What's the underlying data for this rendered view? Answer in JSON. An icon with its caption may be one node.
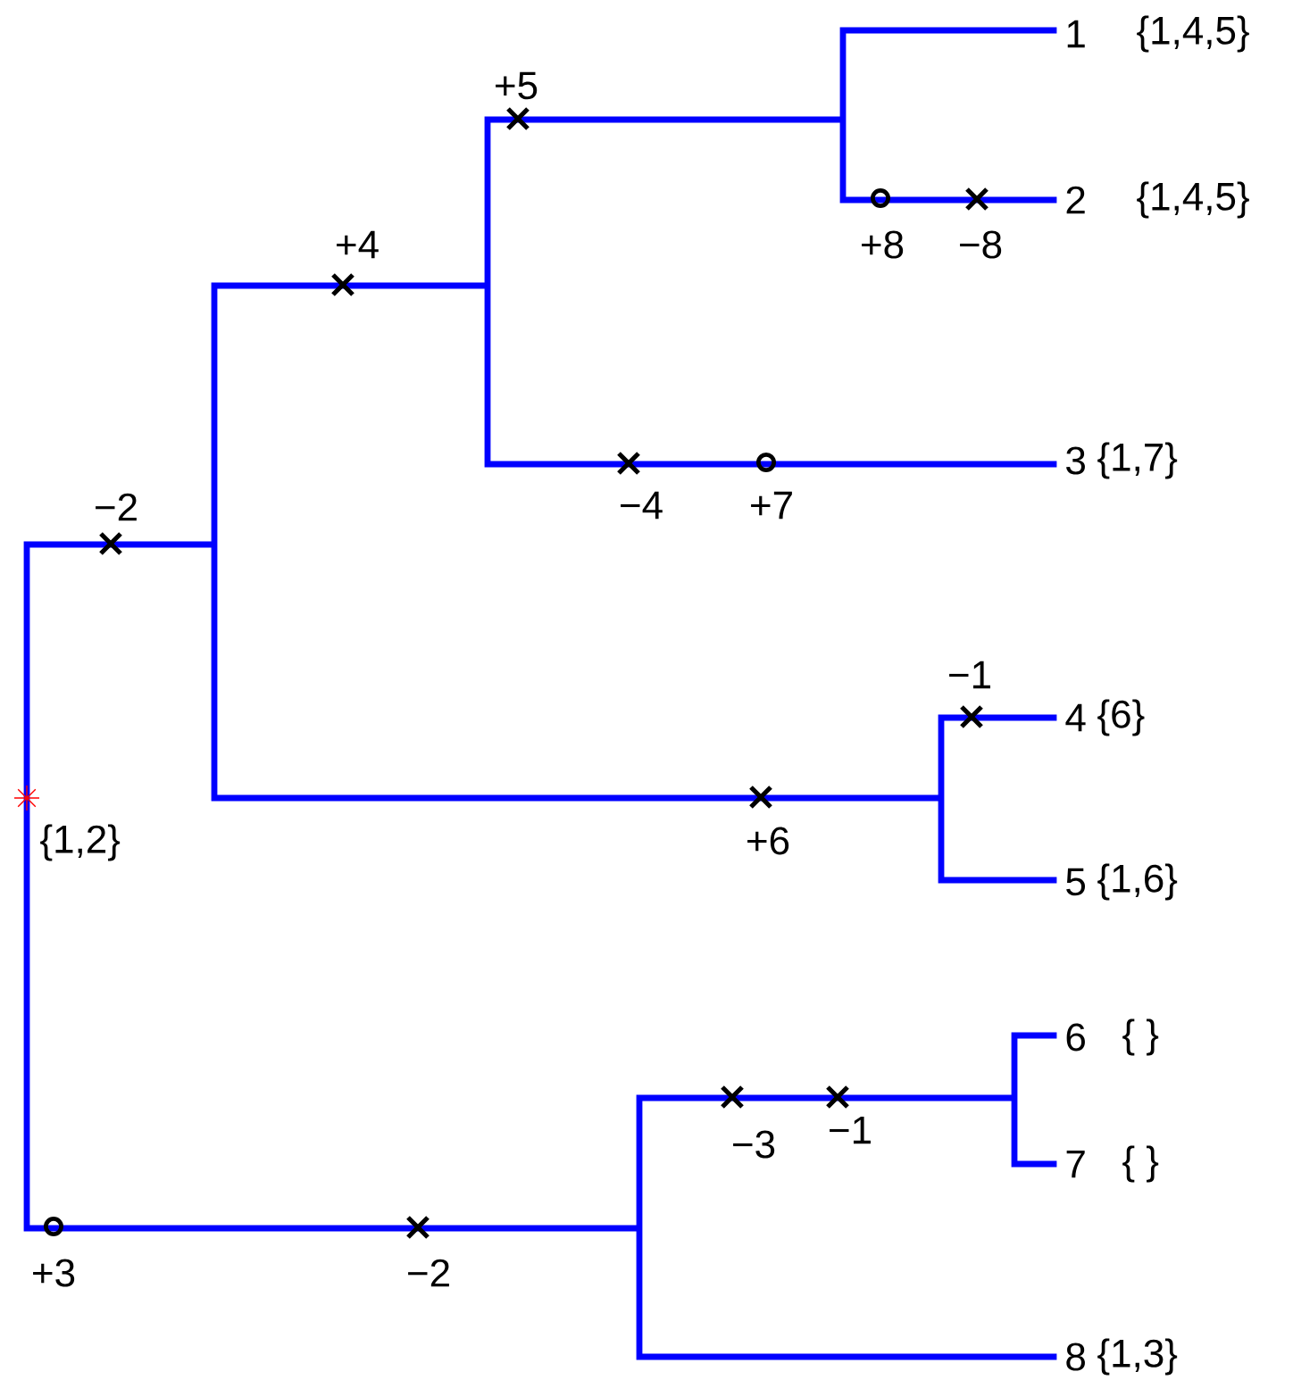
{
  "diagram": {
    "labels": [
      "1",
      "{1,4,5}",
      "+5",
      "2",
      "{1,4,5}",
      "+4",
      "+8",
      "−8",
      "3",
      "{1,7}",
      "−2",
      "−4",
      "+7",
      "−1",
      "4",
      "{6}",
      "{1,2}",
      "+6",
      "5",
      "{1,6}",
      "6",
      "{ }",
      "−3",
      "−1",
      "7",
      "{ }",
      "+3",
      "−2",
      "8",
      "{1,3}"
    ]
  }
}
